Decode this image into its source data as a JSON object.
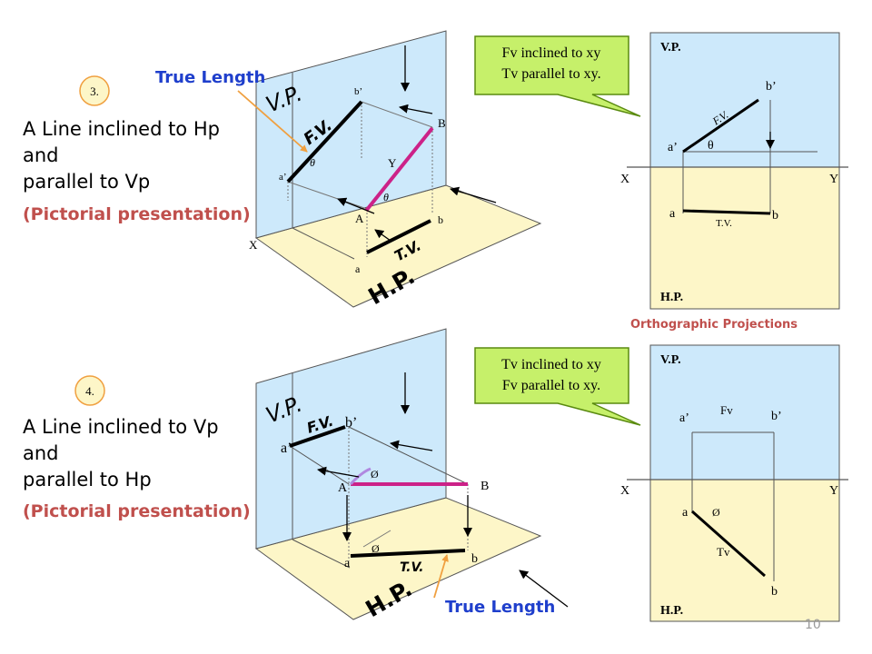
{
  "colors": {
    "vp_fill": "#cde9fb",
    "hp_fill": "#fdf6c8",
    "line_magenta": "#cc2288",
    "badge_fill": "#fdf6c8",
    "callout_fill": "#c6f06a",
    "title_red": "#c0504d",
    "true_length_blue": "#1f3fcc"
  },
  "problem3": {
    "number": "3.",
    "title_lines": [
      "A Line inclined to Hp",
      "and",
      "parallel to Vp"
    ],
    "subtitle": "(Pictorial presentation)",
    "true_length": "True Length",
    "pictorial": {
      "vp": "V.P.",
      "hp": "H.P.",
      "fv": "F.V.",
      "tv": "T.V.",
      "a_prime": "a’",
      "b_prime": "b’",
      "A": "A",
      "B": "B",
      "a": "a",
      "b": "b",
      "x": "X",
      "y": "Y",
      "theta": "θ"
    },
    "callout": [
      "Fv inclined to xy",
      "Tv parallel to xy."
    ],
    "ortho": {
      "vp": "V.P.",
      "hp": "H.P.",
      "x": "X",
      "y": "Y",
      "a_prime": "a’",
      "b_prime": "b’",
      "a": "a",
      "b": "b",
      "fv": "F.V.",
      "tv": "T.V.",
      "theta": "θ"
    }
  },
  "problem4": {
    "number": "4.",
    "title_lines": [
      "A Line inclined to Vp",
      "and",
      "parallel to Hp"
    ],
    "subtitle": "(Pictorial presentation)",
    "true_length": "True Length",
    "pictorial": {
      "vp": "V.P.",
      "hp": "H.P.",
      "fv": "F.V.",
      "tv": "T.V.",
      "a_prime": "a’",
      "b_prime": "b’",
      "A": "A",
      "B": "B",
      "a": "a",
      "b": "b",
      "phi": "Ø"
    },
    "callout": [
      "Tv inclined to xy",
      "Fv parallel to xy."
    ],
    "ortho": {
      "vp": "V.P.",
      "hp": "H.P.",
      "x": "X",
      "y": "Y",
      "a_prime": "a’",
      "b_prime": "b’",
      "a": "a",
      "b": "b",
      "fv": "Fv",
      "tv": "Tv",
      "phi": "Ø"
    }
  },
  "orthographic_caption": "Orthographic Projections",
  "page_number": "10"
}
